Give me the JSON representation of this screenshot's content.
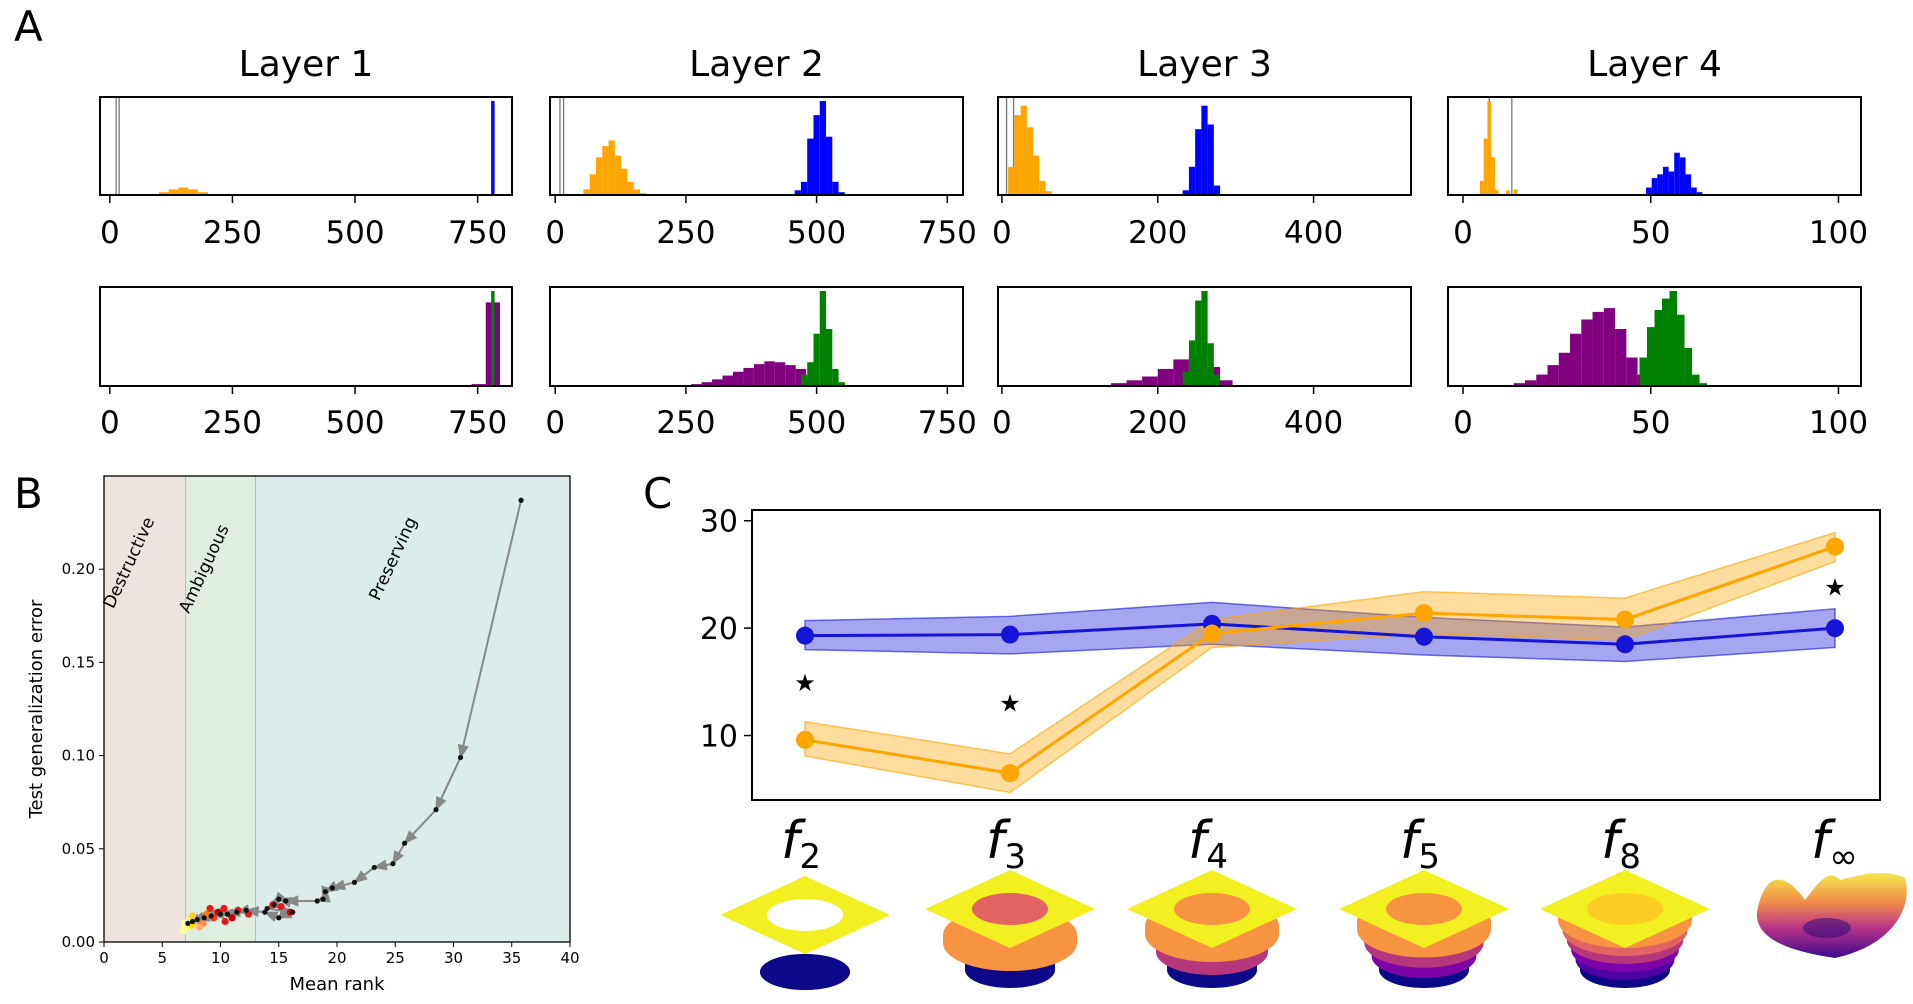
{
  "panel_letters": [
    "A",
    "B",
    "C"
  ],
  "colors": {
    "orange": "#ffa500",
    "blue": "#0000ff",
    "green": "#008000",
    "purple": "#800080",
    "destructive_bg": "#ede4df",
    "ambiguous_bg": "#e0eedf",
    "preserving_bg": "#dcecea",
    "c_blue": "#1515d8",
    "c_orange": "#ffa500"
  },
  "chart_data": [
    {
      "panel": "A",
      "type": "bar",
      "title": "Layer 1",
      "xlim": [
        -20,
        820
      ],
      "xticks": [
        0,
        250,
        500,
        750
      ],
      "vlines": [
        13,
        19
      ],
      "top": [
        {
          "color": "orange",
          "bins": [
            [
              90,
              0.01
            ],
            [
              110,
              0.03
            ],
            [
              130,
              0.06
            ],
            [
              150,
              0.08
            ],
            [
              170,
              0.06
            ],
            [
              190,
              0.03
            ],
            [
              210,
              0.01
            ]
          ]
        },
        {
          "color": "blue",
          "bins": [
            [
              781,
              1.0
            ]
          ]
        }
      ],
      "bottom": [
        {
          "color": "purple",
          "bins": [
            [
              752,
              0.02
            ],
            [
              781,
              0.88
            ]
          ]
        },
        {
          "color": "green",
          "bins": [
            [
              781,
              1.0
            ]
          ]
        }
      ]
    },
    {
      "panel": "A",
      "type": "bar",
      "title": "Layer 2",
      "xlim": [
        -10,
        780
      ],
      "xticks": [
        0,
        250,
        500,
        750
      ],
      "vlines": [
        9,
        16
      ],
      "top": [
        {
          "color": "orange",
          "bins": [
            [
              60,
              0.06
            ],
            [
              72,
              0.22
            ],
            [
              84,
              0.4
            ],
            [
              96,
              0.52
            ],
            [
              108,
              0.58
            ],
            [
              120,
              0.42
            ],
            [
              132,
              0.28
            ],
            [
              144,
              0.14
            ],
            [
              156,
              0.06
            ],
            [
              168,
              0.02
            ]
          ]
        },
        {
          "color": "blue",
          "bins": [
            [
              464,
              0.05
            ],
            [
              476,
              0.14
            ],
            [
              488,
              0.6
            ],
            [
              500,
              0.85
            ],
            [
              512,
              1.0
            ],
            [
              524,
              0.62
            ],
            [
              536,
              0.14
            ],
            [
              548,
              0.03
            ]
          ]
        }
      ],
      "bottom": [
        {
          "color": "purple",
          "bins": [
            [
              270,
              0.02
            ],
            [
              290,
              0.04
            ],
            [
              310,
              0.07
            ],
            [
              330,
              0.11
            ],
            [
              350,
              0.15
            ],
            [
              370,
              0.19
            ],
            [
              390,
              0.23
            ],
            [
              410,
              0.26
            ],
            [
              430,
              0.25
            ],
            [
              450,
              0.22
            ],
            [
              470,
              0.18
            ],
            [
              490,
              0.08
            ],
            [
              510,
              0.03
            ]
          ]
        },
        {
          "color": "green",
          "bins": [
            [
              476,
              0.12
            ],
            [
              488,
              0.25
            ],
            [
              500,
              0.55
            ],
            [
              512,
              1.0
            ],
            [
              524,
              0.6
            ],
            [
              536,
              0.18
            ],
            [
              548,
              0.04
            ]
          ]
        }
      ]
    },
    {
      "panel": "A",
      "type": "bar",
      "title": "Layer 3",
      "xlim": [
        -5,
        525
      ],
      "xticks": [
        0,
        200,
        400
      ],
      "vlines": [
        6,
        15
      ],
      "top": [
        {
          "color": "orange",
          "bins": [
            [
              12,
              0.3
            ],
            [
              20,
              0.85
            ],
            [
              28,
              0.95
            ],
            [
              36,
              0.72
            ],
            [
              44,
              0.42
            ],
            [
              52,
              0.15
            ],
            [
              60,
              0.04
            ]
          ]
        },
        {
          "color": "blue",
          "bins": [
            [
              236,
              0.05
            ],
            [
              244,
              0.3
            ],
            [
              252,
              0.7
            ],
            [
              260,
              0.95
            ],
            [
              268,
              0.75
            ],
            [
              276,
              0.1
            ]
          ]
        }
      ],
      "bottom": [
        {
          "color": "purple",
          "bins": [
            [
              130,
              0.01
            ],
            [
              150,
              0.03
            ],
            [
              170,
              0.06
            ],
            [
              190,
              0.1
            ],
            [
              210,
              0.18
            ],
            [
              230,
              0.28
            ],
            [
              250,
              0.32
            ],
            [
              270,
              0.2
            ],
            [
              286,
              0.06
            ]
          ]
        },
        {
          "color": "green",
          "bins": [
            [
              236,
              0.15
            ],
            [
              244,
              0.48
            ],
            [
              252,
              0.9
            ],
            [
              260,
              1.0
            ],
            [
              268,
              0.45
            ],
            [
              276,
              0.12
            ]
          ]
        }
      ]
    },
    {
      "panel": "A",
      "type": "bar",
      "title": "Layer 4",
      "xlim": [
        -4,
        106
      ],
      "xticks": [
        0,
        50,
        100
      ],
      "vlines": [
        7,
        13
      ],
      "top": [
        {
          "color": "orange",
          "bins": [
            [
              5,
              0.15
            ],
            [
              6,
              0.6
            ],
            [
              7,
              1.0
            ],
            [
              8,
              0.4
            ],
            [
              9,
              0.05
            ],
            [
              12,
              0.05
            ],
            [
              14,
              0.06
            ]
          ]
        },
        {
          "color": "blue",
          "bins": [
            [
              49.5,
              0.08
            ],
            [
              51,
              0.18
            ],
            [
              52.5,
              0.22
            ],
            [
              54,
              0.3
            ],
            [
              55.5,
              0.25
            ],
            [
              57,
              0.45
            ],
            [
              58.5,
              0.4
            ],
            [
              60,
              0.22
            ],
            [
              61.5,
              0.08
            ],
            [
              63,
              0.03
            ]
          ]
        }
      ],
      "bottom": [
        {
          "color": "purple",
          "bins": [
            [
              15,
              0.03
            ],
            [
              18,
              0.06
            ],
            [
              21,
              0.12
            ],
            [
              24,
              0.22
            ],
            [
              27,
              0.35
            ],
            [
              30,
              0.55
            ],
            [
              33,
              0.7
            ],
            [
              36,
              0.78
            ],
            [
              39,
              0.82
            ],
            [
              42,
              0.6
            ],
            [
              45,
              0.3
            ],
            [
              48,
              0.12
            ]
          ]
        },
        {
          "color": "green",
          "bins": [
            [
              48,
              0.3
            ],
            [
              50,
              0.62
            ],
            [
              52,
              0.8
            ],
            [
              54,
              0.92
            ],
            [
              56,
              1.0
            ],
            [
              58,
              0.75
            ],
            [
              60,
              0.4
            ],
            [
              62,
              0.12
            ],
            [
              64,
              0.03
            ]
          ]
        }
      ]
    },
    {
      "panel": "B",
      "type": "scatter",
      "xlabel": "Mean rank",
      "ylabel": "Test generalization error",
      "xlim": [
        0,
        40
      ],
      "ylim": [
        0,
        0.25
      ],
      "xticks": [
        0,
        5,
        10,
        15,
        20,
        25,
        30,
        35,
        40
      ],
      "yticks": [
        0.0,
        0.05,
        0.1,
        0.15,
        0.2
      ],
      "ytick_labels": [
        "0.00",
        "0.05",
        "0.10",
        "0.15",
        "0.20"
      ],
      "regions": [
        {
          "label": "Destructive",
          "x0": 0,
          "x1": 7,
          "color": "destructive_bg"
        },
        {
          "label": "Ambiguous",
          "x0": 7,
          "x1": 13,
          "color": "ambiguous_bg"
        },
        {
          "label": "Preserving",
          "x0": 13,
          "x1": 40,
          "color": "preserving_bg"
        }
      ],
      "trajectory": [
        [
          35.8,
          0.237
        ],
        [
          30.6,
          0.099
        ],
        [
          28.5,
          0.071
        ],
        [
          25.8,
          0.053
        ],
        [
          24.8,
          0.042
        ],
        [
          23.2,
          0.04
        ],
        [
          21.5,
          0.032
        ],
        [
          19.6,
          0.029
        ],
        [
          19.0,
          0.027
        ],
        [
          18.8,
          0.023
        ],
        [
          18.3,
          0.022
        ],
        [
          15.6,
          0.022
        ],
        [
          15.0,
          0.023
        ],
        [
          14.6,
          0.02
        ],
        [
          14.0,
          0.018
        ],
        [
          16.2,
          0.016
        ],
        [
          15.0,
          0.013
        ],
        [
          13.8,
          0.016
        ],
        [
          12.2,
          0.017
        ],
        [
          11.4,
          0.016
        ],
        [
          10.6,
          0.015
        ],
        [
          10.0,
          0.015
        ],
        [
          9.2,
          0.014
        ],
        [
          8.6,
          0.013
        ],
        [
          8.0,
          0.012
        ],
        [
          7.6,
          0.011
        ],
        [
          7.2,
          0.01
        ]
      ],
      "points": [
        [
          11.5,
          0.017,
          "#e31a1c"
        ],
        [
          10.3,
          0.018,
          "#e31a1c"
        ],
        [
          9.8,
          0.016,
          "#cc0000"
        ],
        [
          10.4,
          0.011,
          "#e31a1c"
        ],
        [
          9.4,
          0.013,
          "#f03b20"
        ],
        [
          8.8,
          0.015,
          "#ff7f00"
        ],
        [
          8.5,
          0.01,
          "#fd8d3c"
        ],
        [
          8.2,
          0.008,
          "#fdae6b"
        ],
        [
          7.8,
          0.011,
          "#feb24c"
        ],
        [
          7.5,
          0.009,
          "#ffd700"
        ],
        [
          7.3,
          0.012,
          "#fff176"
        ],
        [
          7.0,
          0.008,
          "#ffff66"
        ],
        [
          6.9,
          0.01,
          "#ffffaa"
        ],
        [
          6.8,
          0.006,
          "#ffff99"
        ],
        [
          7.6,
          0.014,
          "#ffcc33"
        ],
        [
          9.1,
          0.018,
          "#e31a1c"
        ],
        [
          11.0,
          0.013,
          "#cc0000"
        ],
        [
          12.4,
          0.015,
          "#e31a1c"
        ],
        [
          14.5,
          0.02,
          "#e31a1c"
        ],
        [
          15.2,
          0.019,
          "#e31a1c"
        ],
        [
          16.0,
          0.016,
          "#cc0000"
        ]
      ]
    },
    {
      "panel": "C",
      "type": "line",
      "ylim": [
        4,
        31
      ],
      "yticks": [
        10,
        20,
        30
      ],
      "categories": [
        "f2",
        "f3",
        "f4",
        "f5",
        "f8",
        "f∞"
      ],
      "series": [
        {
          "color": "c_blue",
          "values": [
            19.3,
            19.4,
            20.4,
            19.2,
            18.5,
            20.0
          ],
          "lower": [
            18.0,
            17.6,
            18.5,
            17.5,
            16.9,
            18.2
          ],
          "upper": [
            20.7,
            21.1,
            22.4,
            21.0,
            20.1,
            21.8
          ]
        },
        {
          "color": "c_orange",
          "values": [
            9.6,
            6.5,
            19.5,
            21.4,
            20.8,
            27.6
          ],
          "lower": [
            8.1,
            4.7,
            18.2,
            19.5,
            18.9,
            26.2
          ],
          "upper": [
            11.3,
            8.3,
            20.8,
            23.4,
            22.8,
            28.9
          ]
        }
      ],
      "stars": [
        [
          0,
          15.0
        ],
        [
          1,
          13.1
        ],
        [
          5,
          23.9
        ]
      ],
      "star_symbol": "★",
      "category_labels": [
        {
          "base": "f",
          "sub": "2"
        },
        {
          "base": "f",
          "sub": "3"
        },
        {
          "base": "f",
          "sub": "4"
        },
        {
          "base": "f",
          "sub": "5"
        },
        {
          "base": "f",
          "sub": "8"
        },
        {
          "base": "f",
          "sub": "∞"
        }
      ]
    }
  ]
}
